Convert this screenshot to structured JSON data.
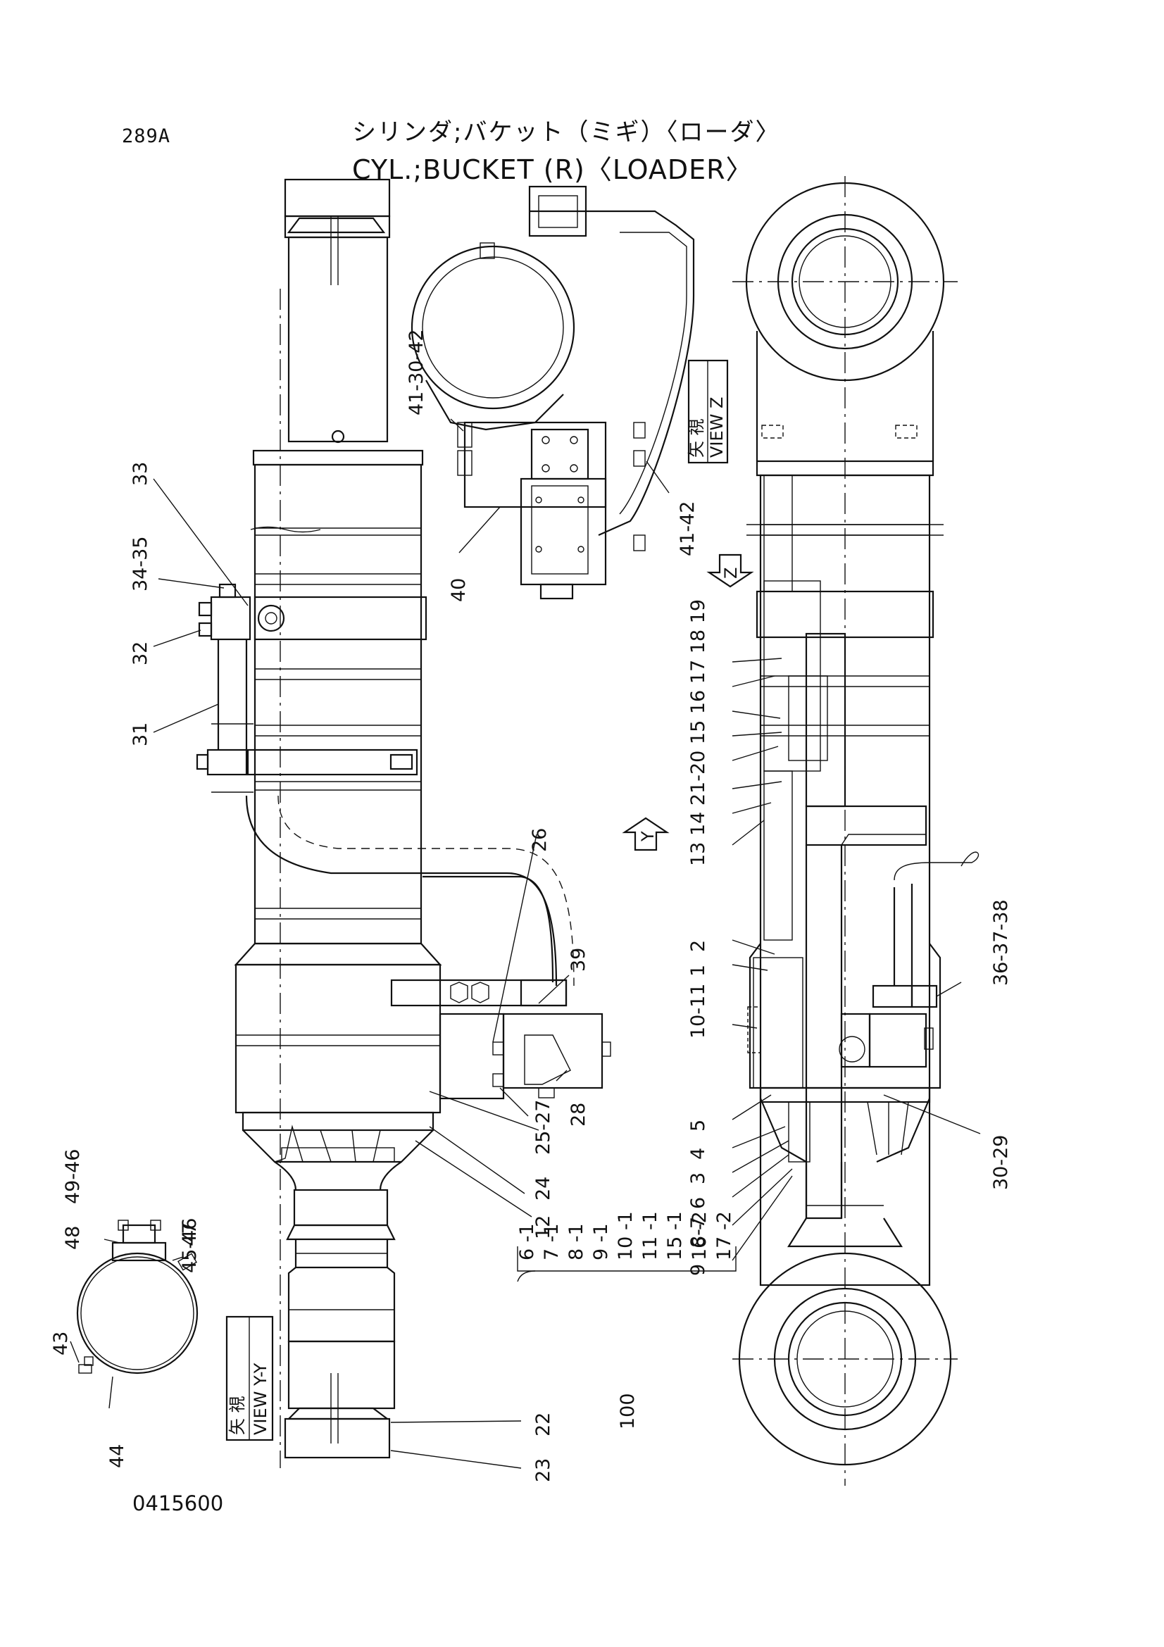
{
  "header": {
    "page_code": "289A",
    "title_jp": "シリンダ;バケット（ミギ）〈ローダ〉",
    "title_en": "CYL.;BUCKET (R)〈LOADER〉"
  },
  "footer": {
    "drawing_number": "0415600"
  },
  "views": {
    "view_z_jp": "矢 視",
    "view_z_en": "VIEW Z",
    "view_y_jp": "矢 視",
    "view_y_en": "VIEW Y-Y",
    "arrow_z": "Z",
    "arrow_y": "Y"
  },
  "callouts": {
    "left": [
      "33",
      "34-35",
      "32",
      "31",
      "26",
      "39",
      "28",
      "25-27",
      "24",
      "12",
      "22",
      "23"
    ],
    "top_view": [
      "41-30-42",
      "40",
      "41-42"
    ],
    "right": [
      "13 14 21-20 15 16 17 18 19",
      "2",
      "1",
      "10-11",
      "5",
      "4",
      "3",
      "6",
      "8-7",
      "9",
      "36-37-38",
      "30-29"
    ],
    "clamp": [
      "48",
      "49-46",
      "47",
      "45-46",
      "43",
      "44"
    ]
  },
  "kit": {
    "label": "100",
    "items": [
      "6 -1",
      "7 -1",
      "8 -1",
      "9 -1",
      "10 -1",
      "11 -1",
      "15 -1",
      "16 -2",
      "17 -2"
    ]
  }
}
